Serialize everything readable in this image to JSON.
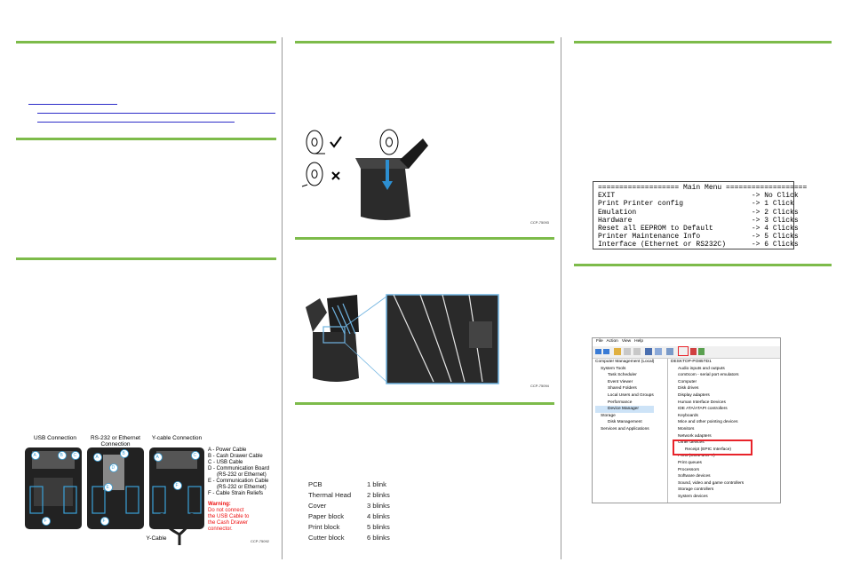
{
  "connections": {
    "usb_label": "USB Connection",
    "rs232_label_1": "RS-232 or Ethernet",
    "rs232_label_2": "Connection",
    "ycable_label": "Y-cable Connection",
    "ycable_bottom_label": "Y-Cable",
    "legend": [
      "A - Power Cable",
      "B - Cash Drawer Cable",
      "C - USB Cable",
      "D - Communication Board",
      "(RS-232 or Ethernet)",
      "E - Communication Cable",
      "(RS-232 or Ethernet)",
      "F - Cable Strain Reliefs"
    ],
    "warning_title": "Warning:",
    "warning_lines": [
      "Do not connect",
      "the USB Cable to",
      "the Cash Drawer",
      "connector."
    ],
    "callouts": [
      "A",
      "B",
      "C",
      "D",
      "E",
      "F"
    ],
    "figure_code": "CCP-75092"
  },
  "paper_figure": {
    "figure_code": "CCP-75093"
  },
  "cover_figure": {
    "figure_code": "CCP-75094"
  },
  "blink_table": [
    {
      "name": "PCB",
      "value": "1 blink"
    },
    {
      "name": "Thermal Head",
      "value": "2 blinks"
    },
    {
      "name": "Cover",
      "value": "3 blinks"
    },
    {
      "name": "Paper block",
      "value": "4 blinks"
    },
    {
      "name": "Print block",
      "value": "5 blinks"
    },
    {
      "name": "Cutter block",
      "value": "6 blinks"
    }
  ],
  "main_menu": {
    "lines": [
      "=================== Main Menu ===================",
      "EXIT                                -> No Click",
      "Print Printer config                -> 1 Click",
      "Emulation                           -> 2 Clicks",
      "Hardware                            -> 3 Clicks",
      "Reset all EEPROM to Default         -> 4 Clicks",
      "Printer Maintenance Info            -> 5 Clicks",
      "Interface (Ethernet or RS232C)      -> 6 Clicks"
    ]
  },
  "device_manager": {
    "menu": [
      "File",
      "Action",
      "View",
      "Help"
    ],
    "tree": [
      "Computer Management (Local)",
      "System Tools",
      "Task Scheduler",
      "Event Viewer",
      "Shared Folders",
      "Local Users and Groups",
      "Performance",
      "Device Manager",
      "Storage",
      "Disk Management",
      "Services and Applications"
    ],
    "devices": [
      "DESKTOP-PO85TD1",
      "Audio inputs and outputs",
      "com0com - serial port emulators",
      "Computer",
      "Disk drives",
      "Display adapters",
      "Human Interface Devices",
      "IDE ATA/ATAPI controllers",
      "Keyboards",
      "Mice and other pointing devices",
      "Monitors",
      "Network adapters",
      "Other devices",
      "Receipt (EPIC Interface)",
      "Ports (COM & LPT)",
      "Print queues",
      "Processors",
      "Software devices",
      "Sound, video and game controllers",
      "Storage controllers",
      "System devices"
    ],
    "highlight_color": "#e8232a"
  },
  "colors": {
    "accent": "#7dbb4a",
    "link": "#2c2cc8",
    "callout": "#3aa0d8"
  }
}
